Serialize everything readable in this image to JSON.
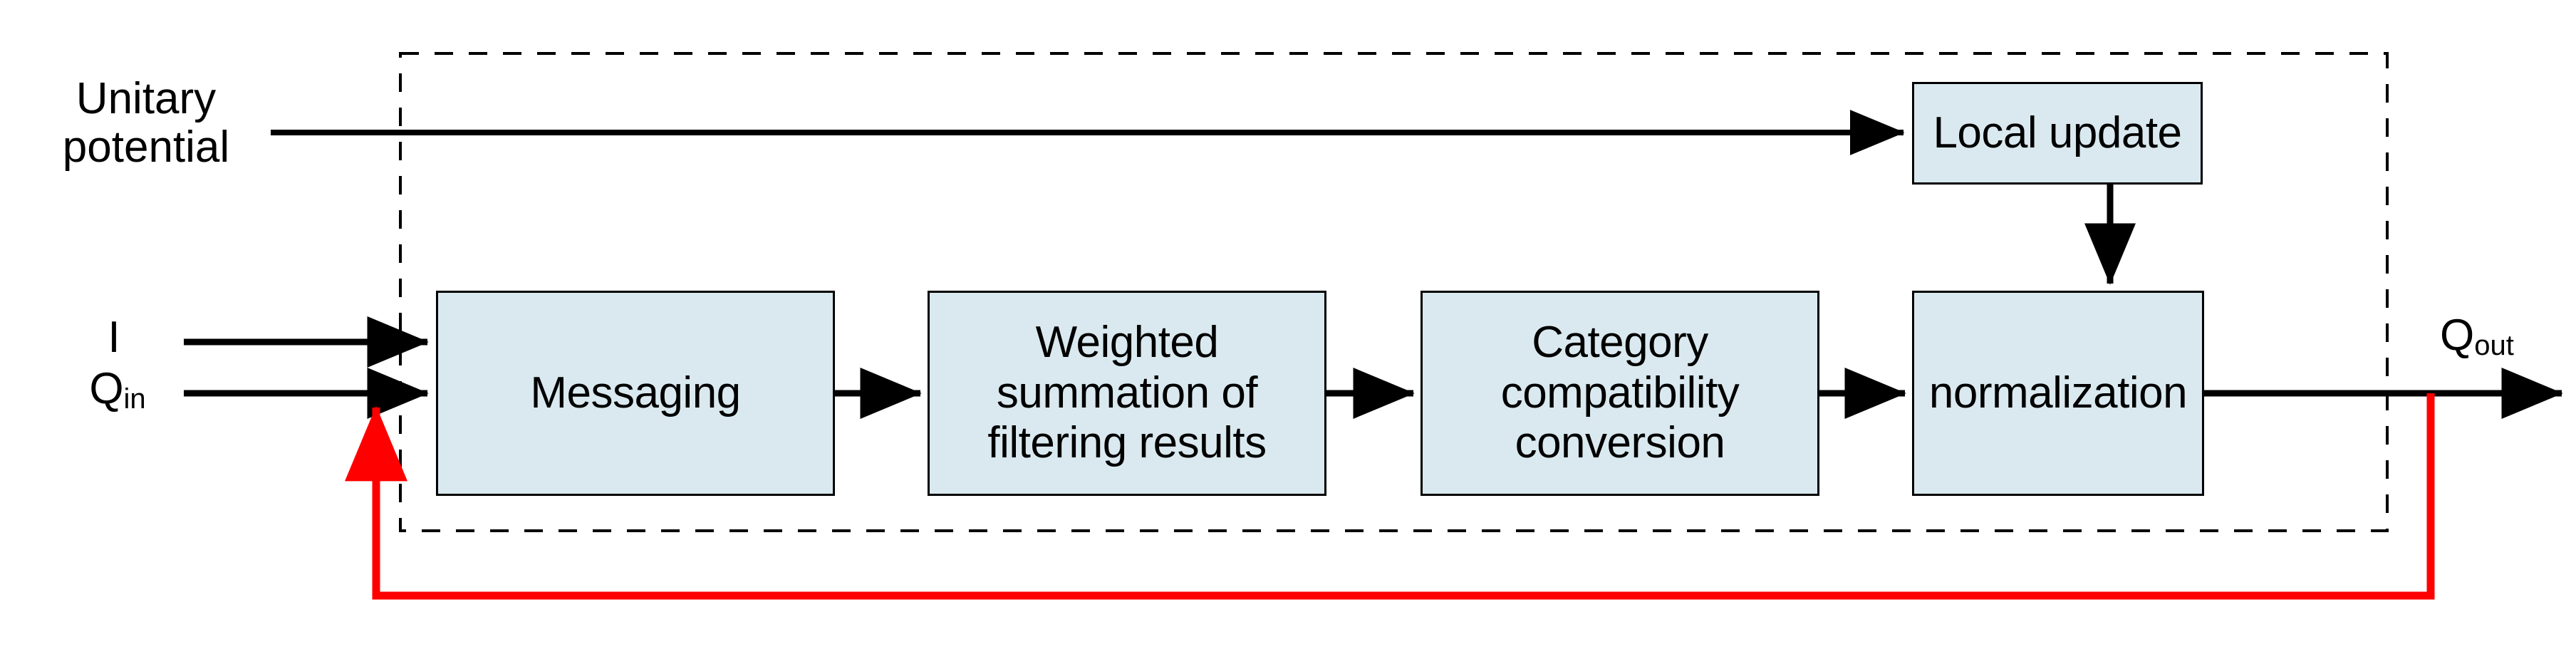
{
  "diagram": {
    "title_present": false,
    "group_box": {
      "style": "dashed",
      "color": "#000000"
    },
    "colors": {
      "node_fill": "#d9e9ef",
      "node_stroke": "#000000",
      "arrow": "#000000",
      "feedback_arrow": "#ff0000",
      "background": "#ffffff"
    },
    "nodes": [
      {
        "id": "local-update",
        "label": "Local update"
      },
      {
        "id": "messaging",
        "label": "Messaging"
      },
      {
        "id": "weighted-sum",
        "label": "Weighted\nsummation of\nfiltering results"
      },
      {
        "id": "category-conv",
        "label": "Category\ncompatibility\nconversion"
      },
      {
        "id": "normalization",
        "label": "normalization"
      }
    ],
    "external_labels": [
      {
        "id": "unitary-potential",
        "text": "Unitary\npotential"
      },
      {
        "id": "input-i",
        "text": "I"
      },
      {
        "id": "input-qin",
        "base": "Q",
        "subscript": "in"
      },
      {
        "id": "output-qout",
        "base": "Q",
        "subscript": "out"
      }
    ],
    "edges": [
      {
        "id": "unitary-to-local-update",
        "from": "unitary-potential",
        "to": "local-update",
        "color": "#000000"
      },
      {
        "id": "i-to-messaging",
        "from": "input-i",
        "to": "messaging",
        "color": "#000000"
      },
      {
        "id": "qin-to-messaging",
        "from": "input-qin",
        "to": "messaging",
        "color": "#000000"
      },
      {
        "id": "messaging-to-weighted",
        "from": "messaging",
        "to": "weighted-sum",
        "color": "#000000"
      },
      {
        "id": "weighted-to-category",
        "from": "weighted-sum",
        "to": "category-conv",
        "color": "#000000"
      },
      {
        "id": "category-to-normalization",
        "from": "category-conv",
        "to": "normalization",
        "color": "#000000"
      },
      {
        "id": "localupdate-to-normalization",
        "from": "local-update",
        "to": "normalization",
        "color": "#000000"
      },
      {
        "id": "normalization-to-qout",
        "from": "normalization",
        "to": "output-qout",
        "color": "#000000"
      },
      {
        "id": "qout-feedback-to-qin",
        "from": "output-qout",
        "to": "input-qin",
        "color": "#ff0000"
      }
    ]
  }
}
